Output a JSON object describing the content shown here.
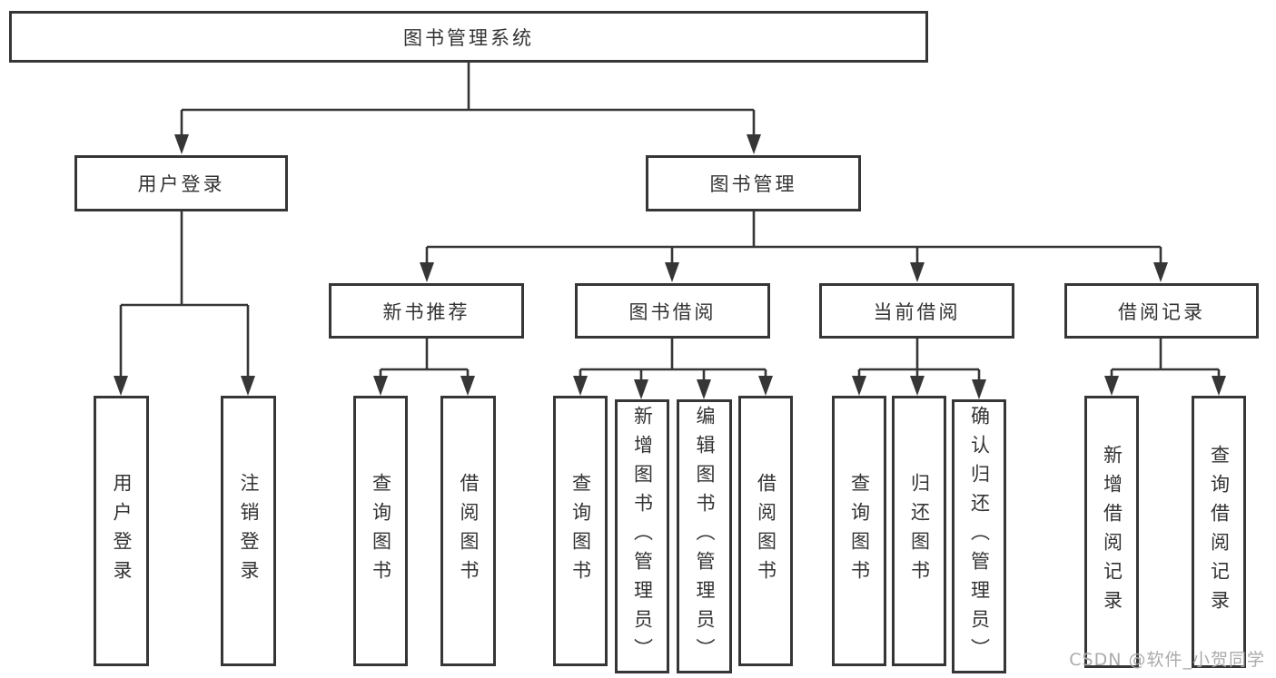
{
  "tree": {
    "root": {
      "label": "图书管理系统",
      "children": [
        {
          "label": "用户登录",
          "children": [
            {
              "label": "用户登录"
            },
            {
              "label": "注销登录"
            }
          ]
        },
        {
          "label": "图书管理",
          "children": [
            {
              "label": "新书推荐",
              "children": [
                {
                  "label": "查询图书"
                },
                {
                  "label": "借阅图书"
                }
              ]
            },
            {
              "label": "图书借阅",
              "children": [
                {
                  "label": "查询图书"
                },
                {
                  "label": "新增图书（管理员）"
                },
                {
                  "label": "编辑图书（管理员）"
                },
                {
                  "label": "借阅图书"
                }
              ]
            },
            {
              "label": "当前借阅",
              "children": [
                {
                  "label": "查询图书"
                },
                {
                  "label": "归还图书"
                },
                {
                  "label": "确认归还（管理员）"
                }
              ]
            },
            {
              "label": "借阅记录",
              "children": [
                {
                  "label": "新增借阅记录"
                },
                {
                  "label": "查询借阅记录"
                }
              ]
            }
          ]
        }
      ]
    }
  },
  "watermark": {
    "text": "CSDN @软件_小贺同学"
  },
  "colors": {
    "line": "#363636",
    "text": "#333333",
    "background": "#ffffff",
    "watermark": "#ababab"
  }
}
